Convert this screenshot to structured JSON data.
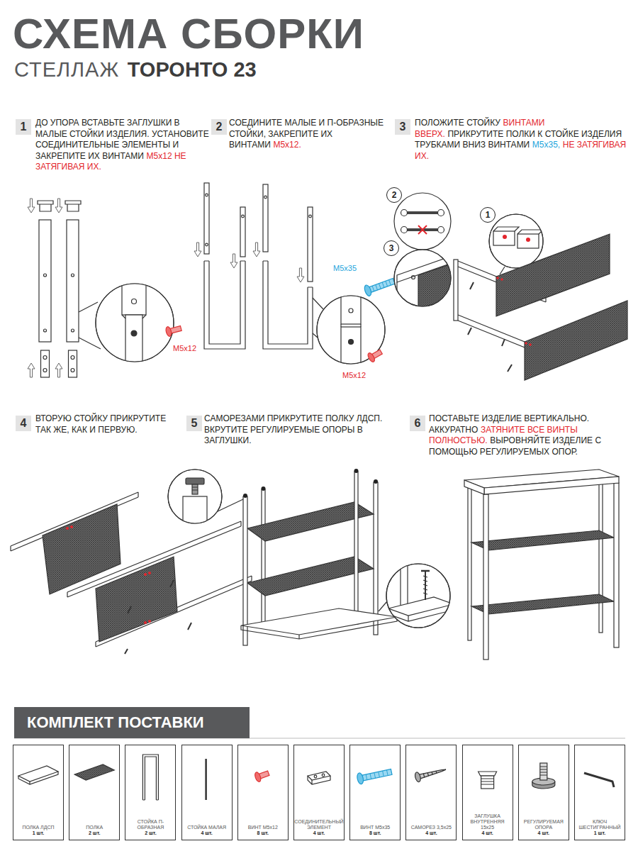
{
  "diagram": {
    "title": "СХЕМА СБОРКИ",
    "nodes": [
      {
        "text": [
          "1"
        ]
      },
      {
        "text": [
          "2"
        ]
      },
      {
        "text": [
          "3"
        ]
      },
      {
        "text": [
          "2"
        ]
      },
      {
        "text": [
          "1"
        ]
      },
      {
        "text": [
          "3"
        ]
      },
      {
        "text": [
          "4"
        ]
      },
      {
        "text": [
          "5"
        ]
      },
      {
        "text": [
          "6"
        ]
      },
      {
        "text": [
          "КОМПЛЕКТ ПОСТАВКИ"
        ]
      },
      {
        "text": [
          "ПОЛКА ЛДСП",
          "1 шт."
        ]
      },
      {
        "text": [
          "ПОЛКА",
          "2 шт."
        ]
      },
      {
        "text": [
          "СТОЙКА П-ОБРАЗНАЯ",
          "2 шт."
        ]
      },
      {
        "text": [
          "СТОЙКА МАЛАЯ",
          "4 шт."
        ]
      },
      {
        "text": [
          "ВИНТ M5x12",
          "8 шт."
        ]
      },
      {
        "text": [
          "СОЕДИНИТЕЛЬНЫЙ ЭЛЕМЕНТ",
          "4 шт."
        ]
      },
      {
        "text": [
          "ВИНТ M5x35",
          "8 шт."
        ]
      },
      {
        "text": [
          "САМОРЕЗ 3,5x25",
          "4 шт."
        ]
      },
      {
        "text": [
          "ЗАГЛУШКА ВНУТРЕННЯЯ 15x25",
          "4 шт."
        ]
      },
      {
        "text": [
          "РЕГУЛИРУЕМАЯ ОПОРА",
          "4 шт."
        ]
      },
      {
        "text": [
          "КЛЮЧ ШЕСТИГРАННЫЙ",
          "1 шт."
        ]
      }
    ],
    "labels": [
      "СТЕЛЛАЖ",
      "ТОРОНТО 23",
      "ДО УПОРА ВСТАВЬТЕ ЗАГЛУШКИ В МАЛЫЕ СТОЙКИ ИЗДЕЛИЯ. УСТАНОВИТЕ СОЕДИНИТЕЛЬНЫЕ ЭЛЕМЕНТЫ И ЗАКРЕПИТЕ ИХ ВИНТАМИ",
      "M5x12 НЕ ЗАТЯГИВАЯ ИХ.",
      "СОЕДИНИТЕ МАЛЫЕ И П-ОБРАЗНЫЕ СТОЙКИ, ЗАКРЕПИТЕ ИХ ВИНТАМИ",
      "M5x12.",
      "ПОЛОЖИТЕ СТОЙКУ",
      "ВИНТАМИ ВВЕРХ.",
      "ПРИКРУТИТЕ ПОЛКИ К СТОЙКЕ ИЗДЕЛИЯ ТРУБКАМИ ВНИЗ ВИНТАМИ",
      "M5x35,",
      "НЕ ЗАТЯГИВАЯ ИХ.",
      "ВТОРУЮ СТОЙКУ ПРИКРУТИТЕ ТАК ЖЕ, КАК И ПЕРВУЮ.",
      "САМОРЕЗАМИ ПРИКРУТИТЕ ПОЛКУ ЛДСП. ВКРУТИТЕ РЕГУЛИРУЕМЫЕ ОПОРЫ В ЗАГЛУШКИ.",
      "ПОСТАВЬТЕ ИЗДЕЛИЕ ВЕРТИКАЛЬНО. АККУРАТНО",
      "ЗАТЯНИТЕ ВСЕ ВИНТЫ ПОЛНОСТЬЮ.",
      "ВЫРОВНЯЙТЕ ИЗДЕЛИЕ С ПОМОЩЬЮ РЕГУЛИРУЕМЫХ ОПОР.",
      "M5x12",
      "M5x12",
      "M5x35"
    ]
  }
}
